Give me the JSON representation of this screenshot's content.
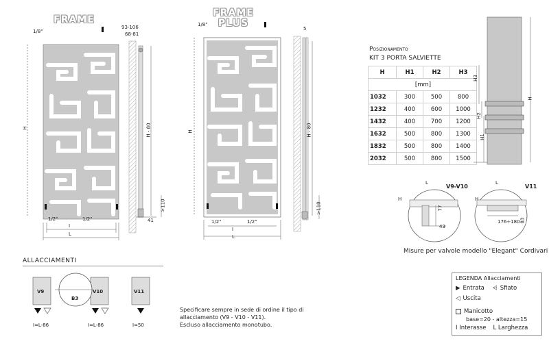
{
  "frame": {
    "title": "FRAME",
    "fraction_left": "1/8\"",
    "height_label": "H",
    "half_left": "1/2\"",
    "half_right": "1/2\"",
    "inner_width": "I",
    "width": "L"
  },
  "frame_side": {
    "depth_top": "93-106",
    "depth_mid": "68-81",
    "height_label": "H - 80",
    "bottom_clearance": ">110",
    "bottom_depth": "41"
  },
  "frame_plus": {
    "title_line1": "FRAME",
    "title_line2": "PLUS",
    "fraction_left": "1/8\"",
    "height_label": "H",
    "half_left": "1/2\"",
    "half_right": "1/2\"",
    "inner_width": "I",
    "width": "L"
  },
  "frame_plus_side": {
    "top_label": "5",
    "height_label": "H - 80",
    "bottom_clearance": ">110"
  },
  "kit": {
    "title_line1": "Posizionamento",
    "title_line2": "KIT 3 PORTA SALVIETTE",
    "headers": [
      "H",
      "H1",
      "H2",
      "H3"
    ],
    "unit": "[mm]",
    "rows": [
      [
        "1032",
        "300",
        "500",
        "800"
      ],
      [
        "1232",
        "400",
        "600",
        "1000"
      ],
      [
        "1432",
        "400",
        "700",
        "1200"
      ],
      [
        "1632",
        "500",
        "800",
        "1300"
      ],
      [
        "1832",
        "500",
        "800",
        "1400"
      ],
      [
        "2032",
        "500",
        "800",
        "1500"
      ]
    ]
  },
  "towel_diagram": {
    "h3": "H3",
    "h2": "H2",
    "h1": "H1",
    "h": "H"
  },
  "valves": {
    "v9v10_label": "V9-V10",
    "v11_label": "V11",
    "h_left": "H",
    "h_right": "H",
    "dim_77": "77",
    "dim_43": "43",
    "dim_176": "176÷180",
    "dim_83": "83",
    "l_left": "L",
    "l_right": "L",
    "caption": "Misure per valvole modello \"Elegant\" Cordivari"
  },
  "connections": {
    "title": "ALLACCIAMENTI",
    "v9": "V9",
    "v10": "V10",
    "v11": "V11",
    "v9_dim": "I=L-86",
    "v10_dim": "I=L-86",
    "v11_dim": "I=50",
    "b3": "B3"
  },
  "note": {
    "line1": "Specificare sempre in sede di ordine il tipo di",
    "line2": "allacciamento (V9 - V10 - V11).",
    "line3": "Escluso allacciamento monotubo."
  },
  "legend": {
    "title": "LEGENDA Allacciamenti",
    "entrata": "Entrata",
    "sfiato": "Sfiato",
    "uscita": "Uscita",
    "manicotto_1": "Manicotto",
    "manicotto_2": "base=20 - altezza=15",
    "interasse": "I Interasse",
    "larghezza": "L Larghezza"
  }
}
